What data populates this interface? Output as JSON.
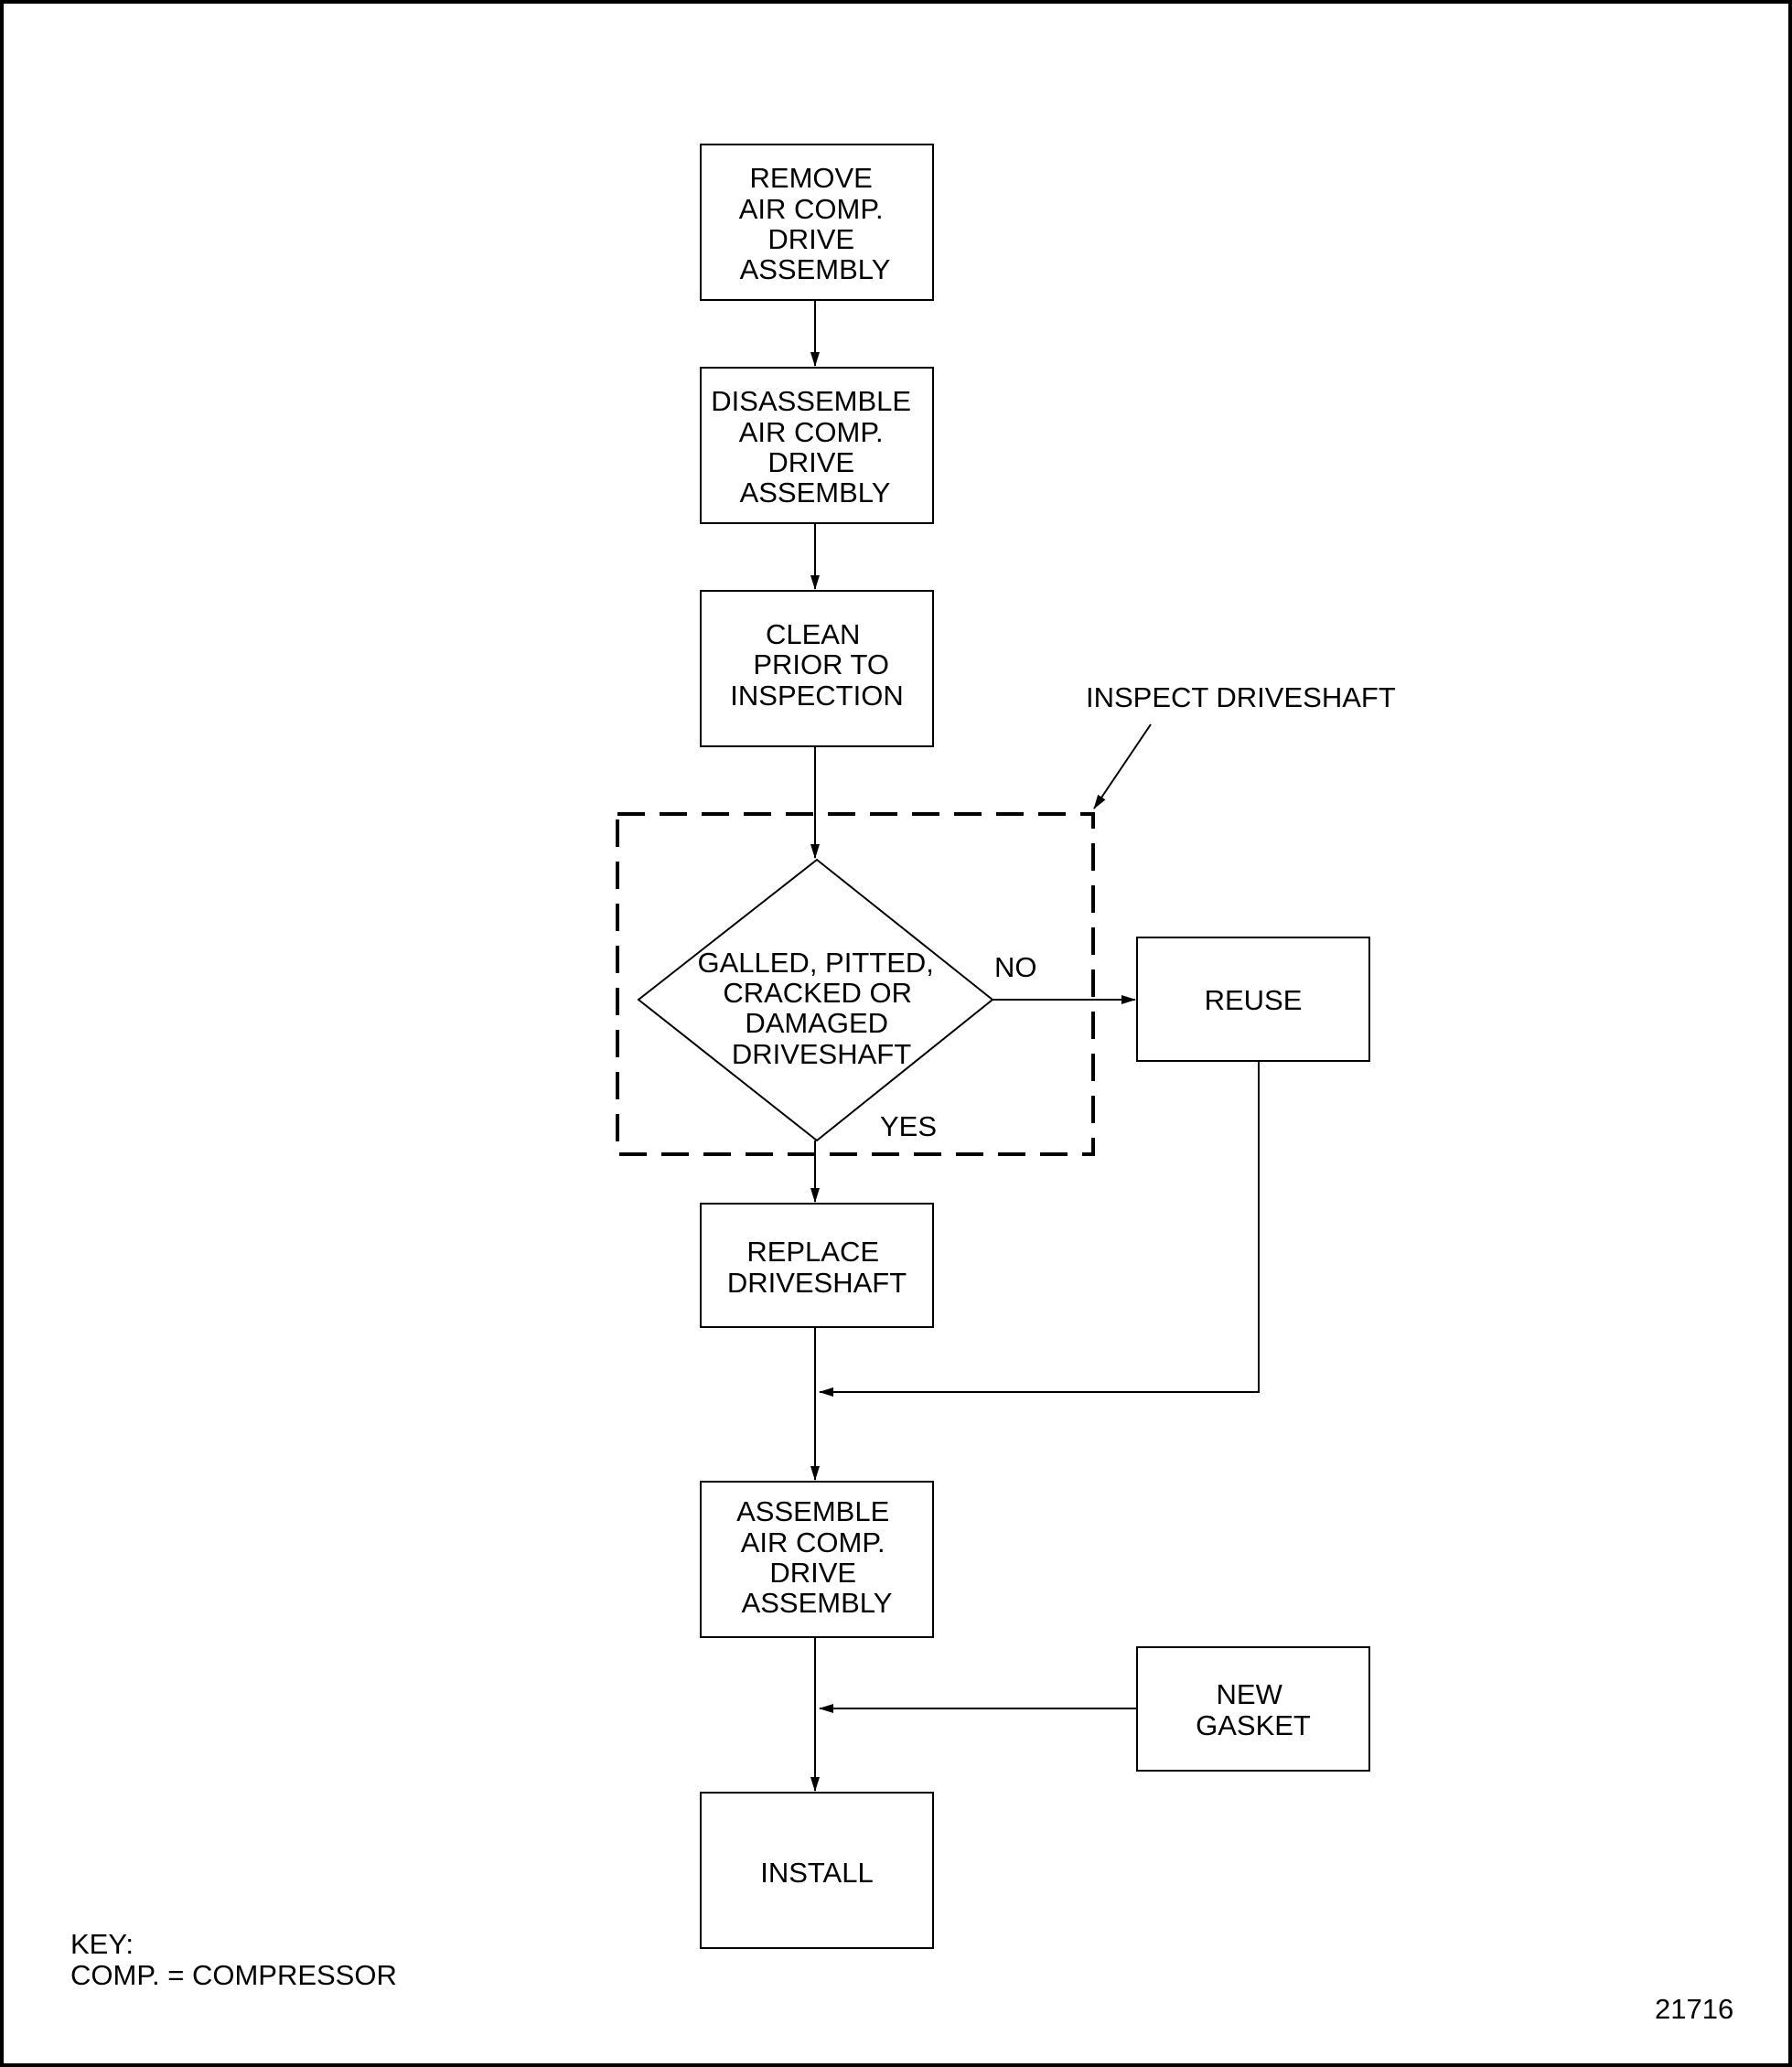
{
  "diagram": {
    "nodes": {
      "remove": {
        "lines": [
          "REMOVE",
          "AIR COMP.",
          "DRIVE",
          "ASSEMBLY"
        ]
      },
      "disassemble": {
        "lines": [
          "DISASSEMBLE",
          "AIR COMP.",
          "DRIVE",
          "ASSEMBLY"
        ]
      },
      "clean": {
        "lines": [
          "CLEAN",
          "PRIOR TO",
          "INSPECTION"
        ]
      },
      "decision": {
        "lines": [
          "GALLED, PITTED,",
          "CRACKED OR",
          "DAMAGED",
          "DRIVESHAFT"
        ]
      },
      "reuse": {
        "lines": [
          "REUSE"
        ]
      },
      "replace": {
        "lines": [
          "REPLACE",
          "DRIVESHAFT"
        ]
      },
      "assemble": {
        "lines": [
          "ASSEMBLE",
          "AIR COMP.",
          "DRIVE",
          "ASSEMBLY"
        ]
      },
      "gasket": {
        "lines": [
          "NEW",
          "GASKET"
        ]
      },
      "install": {
        "lines": [
          "INSTALL"
        ]
      }
    },
    "edge_labels": {
      "no": "NO",
      "yes": "YES"
    },
    "inspect_label": "INSPECT DRIVESHAFT",
    "key": {
      "title": "KEY:",
      "entry": "COMP. = COMPRESSOR"
    },
    "figure_number": "21716"
  }
}
